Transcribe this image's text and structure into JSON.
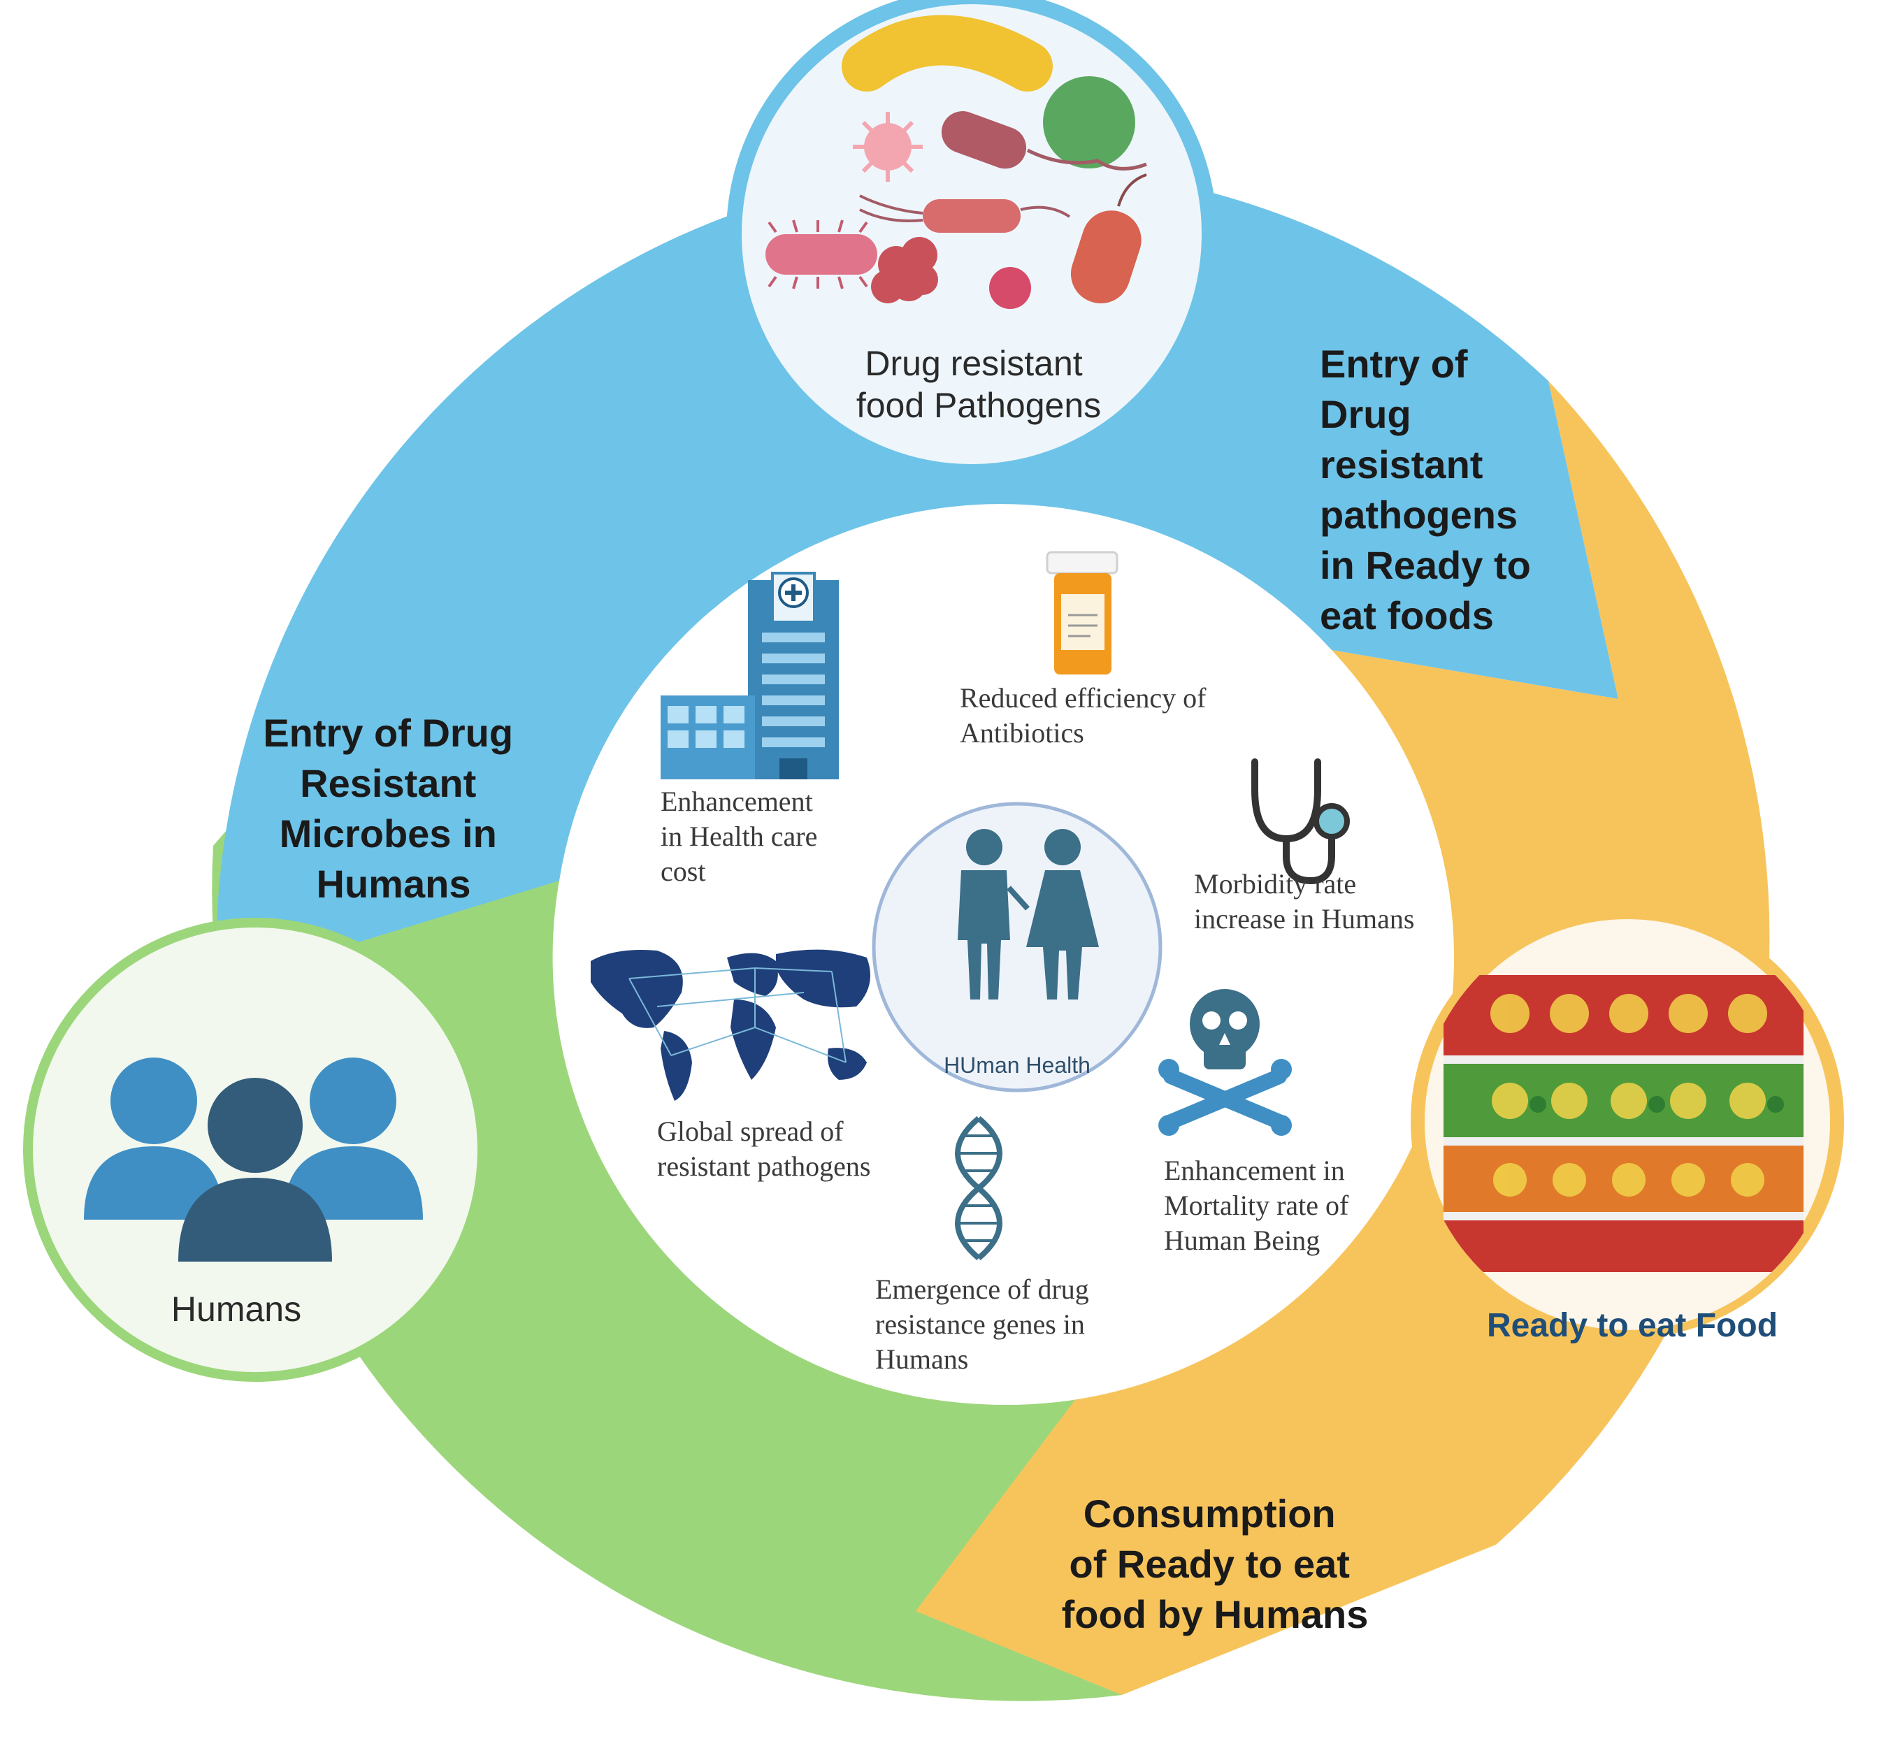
{
  "colors": {
    "blue_arc": "#6ec3e8",
    "orange_arc": "#f7c45c",
    "green_arc": "#9cd67b",
    "inner_bg": "#ffffff",
    "humans_node_bg": "#f2f8ee",
    "pathogen_node_bg": "#eef6fb",
    "food_node_bg": "#fdf6ea",
    "icon_blue": "#3f8fc4",
    "icon_dark": "#335c7a",
    "heading_text": "#1a1a1a",
    "food_label": "#1f4e79"
  },
  "cycle": {
    "pathogens_label_line1": "Drug resistant",
    "pathogens_label_line2": "food Pathogens",
    "food_label": "Ready to eat Food",
    "humans_label": "Humans",
    "arrow_entry_rte": [
      "Entry of",
      "Drug",
      "resistant",
      "pathogens",
      "in Ready to",
      "eat foods"
    ],
    "arrow_consumption": [
      "Consumption",
      "of Ready to eat",
      "food by Humans"
    ],
    "arrow_entry_humans": [
      "Entry of Drug",
      "Resistant",
      "Microbes in",
      "Humans"
    ]
  },
  "center": {
    "hub_label": "HUman Health",
    "impacts": {
      "health_cost": [
        "Enhancement",
        "in Health care",
        "cost"
      ],
      "antibiotics": [
        "Reduced  efficiency of",
        "Antibiotics"
      ],
      "morbidity": [
        "Morbidity rate",
        "increase in Humans"
      ],
      "mortality": [
        "Enhancement in",
        "Mortality rate of",
        "Human Being"
      ],
      "genes": [
        "Emergence of drug",
        "resistance genes in",
        "Humans"
      ],
      "global": [
        "Global spread of",
        "resistant pathogens"
      ]
    }
  }
}
